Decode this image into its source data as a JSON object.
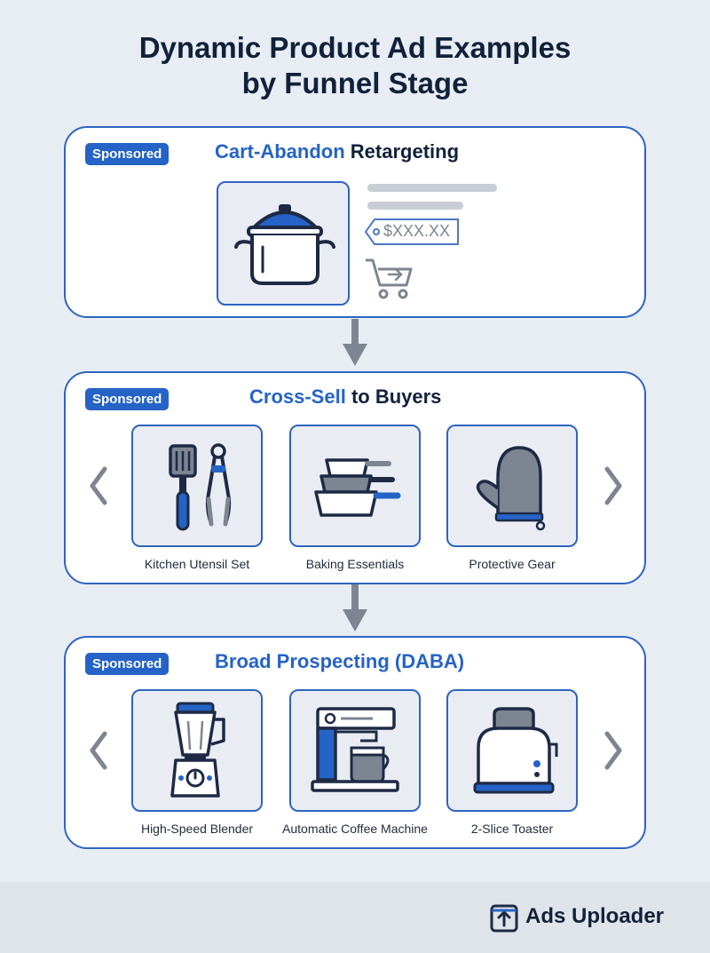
{
  "title": {
    "line1": "Dynamic Product Ad Examples",
    "line2": "by Funnel Stage"
  },
  "stages": [
    {
      "badge": "Sponsored",
      "title_accent": "Cart-Abandon",
      "title_rest": " Retargeting",
      "product": {
        "icon": "cooking-pot-icon",
        "price": "$XXX.XX",
        "cart_icon": "shopping-cart-icon"
      }
    },
    {
      "badge": "Sponsored",
      "title_accent": "Cross-Sell",
      "title_rest": " to Buyers",
      "items": [
        {
          "label": "Kitchen Utensil Set",
          "icon": "utensils-icon"
        },
        {
          "label": "Baking Essentials",
          "icon": "measuring-cups-icon"
        },
        {
          "label": "Protective Gear",
          "icon": "oven-mitt-icon"
        }
      ]
    },
    {
      "badge": "Sponsored",
      "title_accent": "Broad Prospecting (DABA)",
      "title_rest": "",
      "items": [
        {
          "label": "High-Speed Blender",
          "icon": "blender-icon"
        },
        {
          "label": "Automatic Coffee Machine",
          "icon": "coffee-machine-icon"
        },
        {
          "label": "2-Slice Toaster",
          "icon": "toaster-icon"
        }
      ]
    }
  ],
  "brand": {
    "name": "Ads Uploader",
    "icon": "upload-icon"
  },
  "colors": {
    "accent": "#2563c6",
    "border": "#2f64c0",
    "background": "#e8edf4",
    "icon_gray": "#7d8592"
  }
}
